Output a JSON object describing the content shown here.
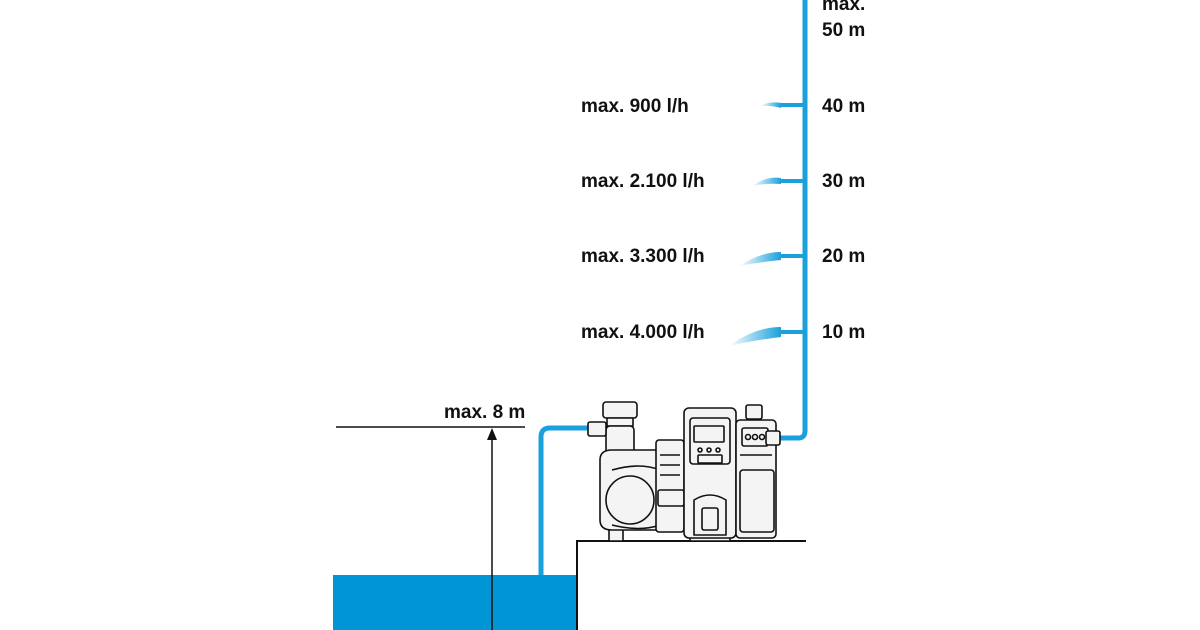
{
  "colors": {
    "water": "#0096d6",
    "pipe": "#1aa0dc",
    "ink": "#111111",
    "pump_fill": "#f4f4f4"
  },
  "suction": {
    "label": "max. 8 m"
  },
  "delivery": {
    "max_label_line1": "max.",
    "max_label_line2": "50 m",
    "levels": [
      {
        "height": "40 m",
        "flow": "max. 900 l/h"
      },
      {
        "height": "30 m",
        "flow": "max. 2.100 l/h"
      },
      {
        "height": "20 m",
        "flow": "max. 3.300 l/h"
      },
      {
        "height": "10 m",
        "flow": "max. 4.000 l/h"
      }
    ]
  },
  "pump": {
    "icon": "garden-pump-icon"
  }
}
